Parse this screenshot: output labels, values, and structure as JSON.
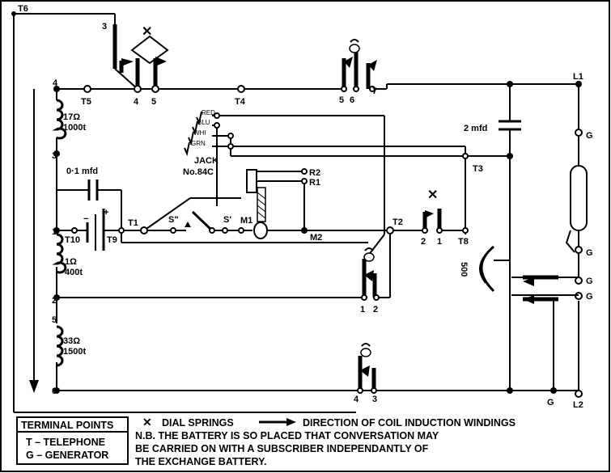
{
  "terminals": {
    "T6": "T6",
    "T5": "T5",
    "T4": "T4",
    "T1": "T1",
    "T2": "T2",
    "T3": "T3",
    "T8": "T8",
    "T9": "T9",
    "T10": "T10",
    "L1": "L1",
    "L2": "L2",
    "S2": "S\"",
    "S1": "S'",
    "M1": "M1",
    "M2": "M2",
    "R1": "R1",
    "R2": "R2",
    "G": "G"
  },
  "nodes": {
    "n1": "1",
    "n2": "2",
    "n3": "3",
    "n4": "4",
    "n5": "5",
    "n6": "6",
    "n7": "7",
    "minus": "−",
    "plus": "+"
  },
  "components": {
    "coil1_ohm": "17Ω",
    "coil1_turns": "1000t",
    "coil2_ohm": "1Ω",
    "coil2_turns": "400t",
    "coil3_ohm": "33Ω",
    "coil3_turns": "1500t",
    "cap_small": "0·1 mfd",
    "cap_big": "2 mfd",
    "jack_title": "JACK",
    "jack_model": "No.84C",
    "jack_red": "RED",
    "jack_blu": "BLU",
    "jack_whi": "WHI",
    "jack_grn": "GRN",
    "bell": "500"
  },
  "legend": {
    "title": "TERMINAL POINTS",
    "t_line": "T  – TELEPHONE",
    "g_line": "G  – GENERATOR",
    "dial_springs": "DIAL SPRINGS",
    "direction": "DIRECTION OF COIL INDUCTION WINDINGS",
    "note1": "N.B.  THE BATTERY IS SO PLACED THAT CONVERSATION MAY",
    "note2": "BE CARRIED ON WITH A SUBSCRIBER INDEPENDANTLY OF",
    "note3": "THE EXCHANGE BATTERY."
  }
}
